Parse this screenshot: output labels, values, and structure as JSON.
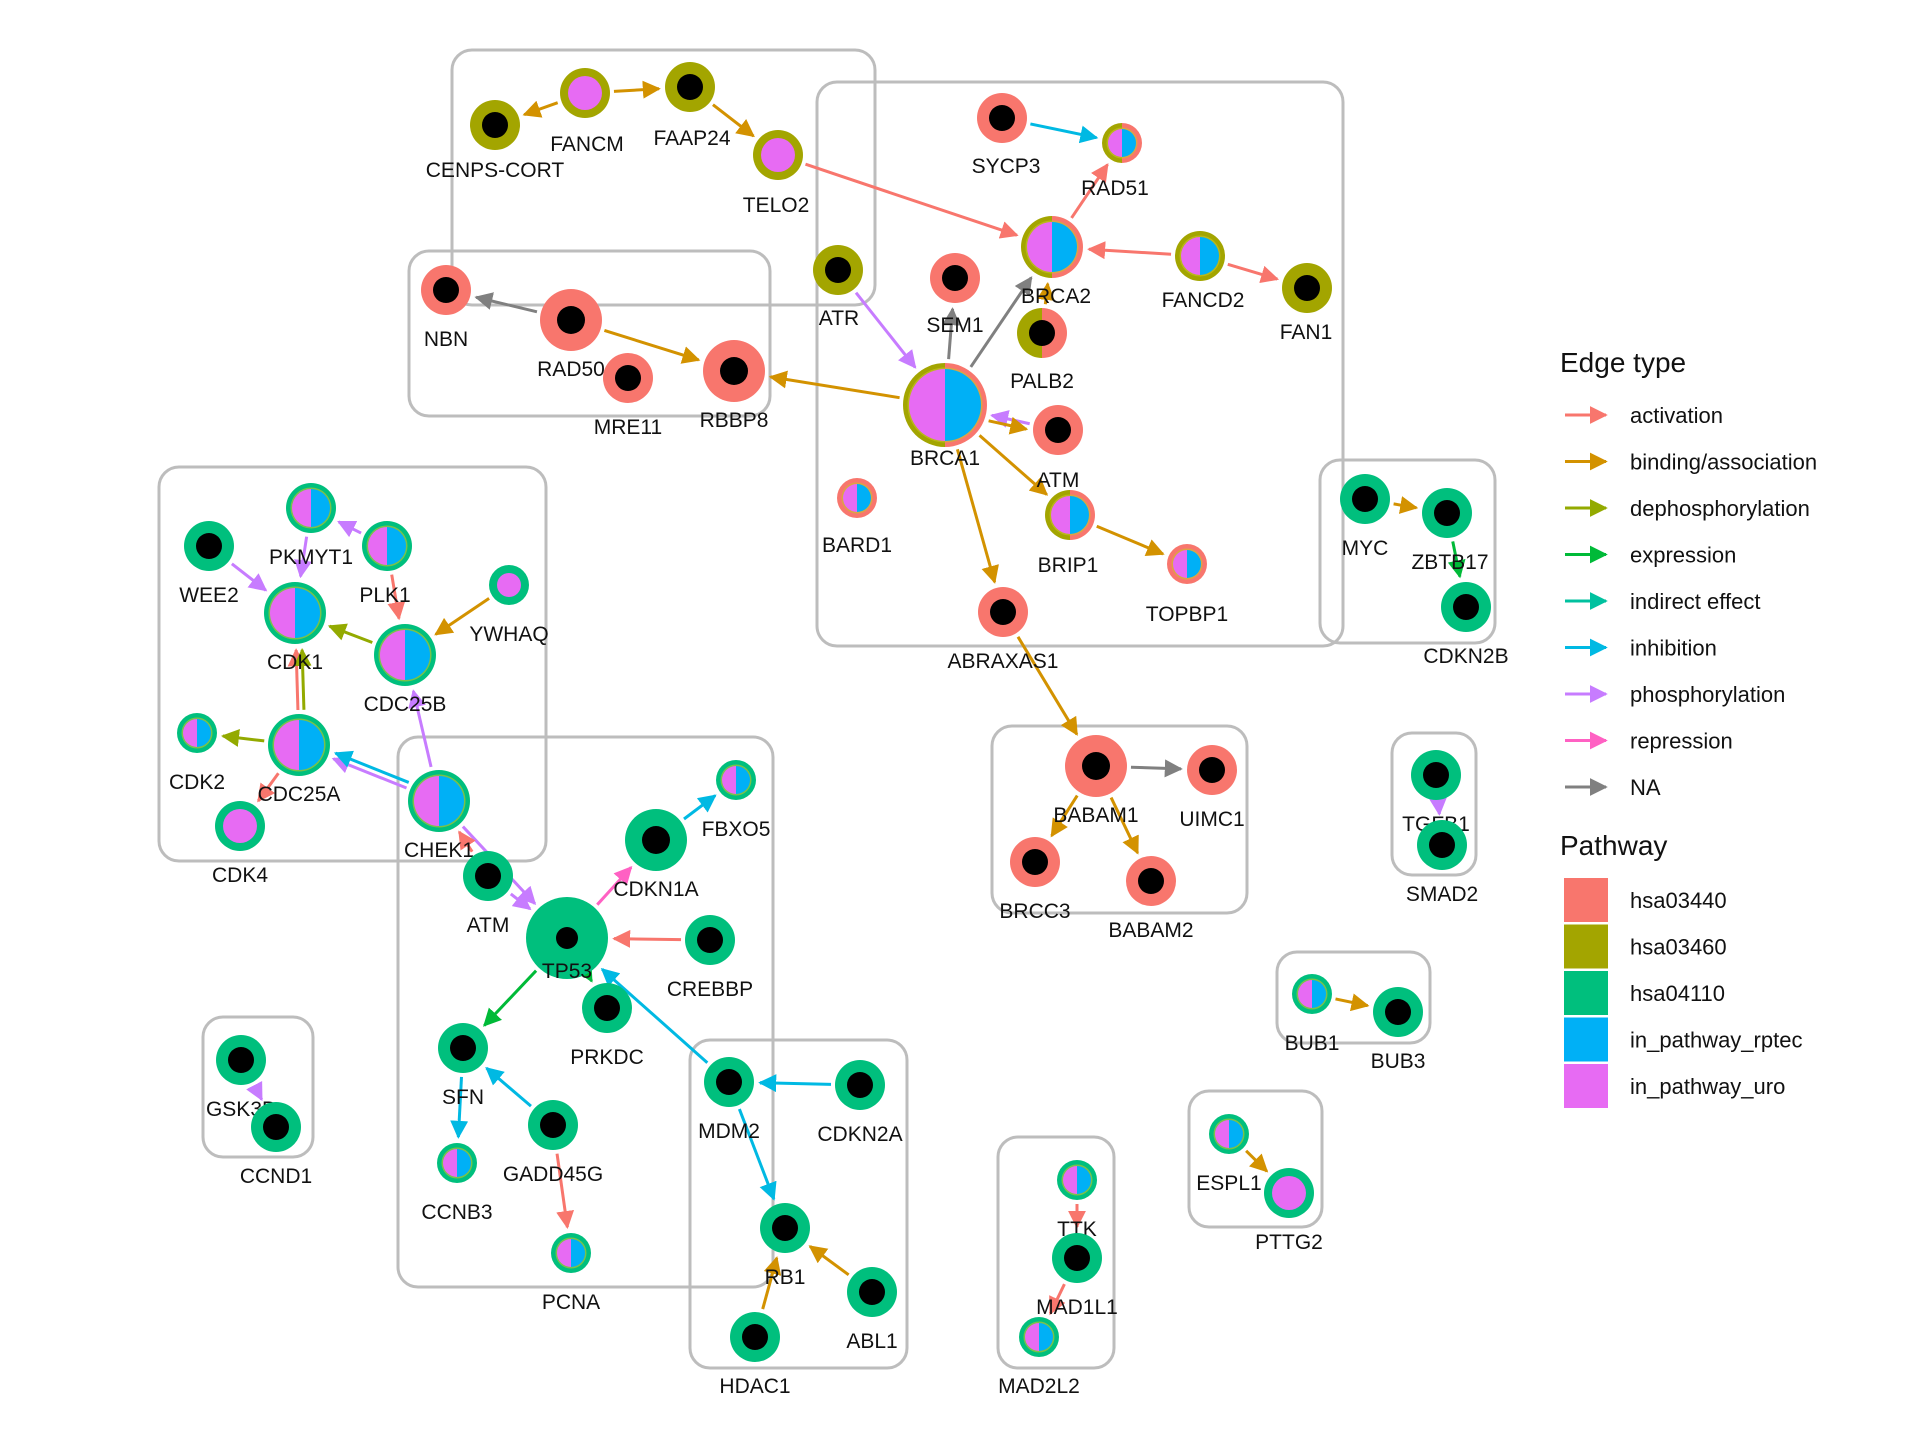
{
  "legend": {
    "edge_title": "Edge type",
    "edge_types": [
      {
        "key": "activation",
        "label": "activation",
        "color": "#F8766D"
      },
      {
        "key": "binding",
        "label": "binding/association",
        "color": "#D39200"
      },
      {
        "key": "dephos",
        "label": "dephosphorylation",
        "color": "#93AA00"
      },
      {
        "key": "expression",
        "label": "expression",
        "color": "#00BA38"
      },
      {
        "key": "indirect",
        "label": "indirect effect",
        "color": "#00C19F"
      },
      {
        "key": "inhibition",
        "label": "inhibition",
        "color": "#00B9E3"
      },
      {
        "key": "phos",
        "label": "phosphorylation",
        "color": "#C77CFF"
      },
      {
        "key": "repression",
        "label": "repression",
        "color": "#FF61C3"
      },
      {
        "key": "na",
        "label": "NA",
        "color": "#808080"
      }
    ],
    "pathway_title": "Pathway",
    "pathways": [
      {
        "key": "p1",
        "label": "hsa03440",
        "color": "#F8766D"
      },
      {
        "key": "p2",
        "label": "hsa03460",
        "color": "#A3A500"
      },
      {
        "key": "p3",
        "label": "hsa04110",
        "color": "#00BF7D"
      },
      {
        "key": "p4",
        "label": "in_pathway_rptec",
        "color": "#00B0F6"
      },
      {
        "key": "p5",
        "label": "in_pathway_uro",
        "color": "#E76BF3"
      }
    ]
  },
  "nodes": [
    {
      "id": "CENPS-CORT",
      "label": "CENPS-CORT",
      "ring": "p2",
      "core": "black",
      "size": "s"
    },
    {
      "id": "FANCM",
      "label": "FANCM",
      "ring": "p2",
      "core": "uro",
      "size": "s"
    },
    {
      "id": "FAAP24",
      "label": "FAAP24",
      "ring": "p2",
      "core": "black",
      "size": "s"
    },
    {
      "id": "TELO2",
      "label": "TELO2",
      "ring": "p2",
      "core": "uro",
      "size": "s"
    },
    {
      "id": "SYCP3",
      "label": "SYCP3",
      "ring": "p1",
      "core": "black",
      "size": "s"
    },
    {
      "id": "RAD51",
      "label": "RAD51",
      "ring": "p1p2",
      "core": "split",
      "size": "xs"
    },
    {
      "id": "BRCA2",
      "label": "BRCA2",
      "ring": "p1p2",
      "core": "split",
      "size": "m"
    },
    {
      "id": "FANCD2",
      "label": "FANCD2",
      "ring": "p2",
      "core": "split",
      "size": "s"
    },
    {
      "id": "FAN1",
      "label": "FAN1",
      "ring": "p2",
      "core": "black",
      "size": "s"
    },
    {
      "id": "ATR",
      "label": "ATR",
      "ring": "p2",
      "core": "black",
      "size": "s"
    },
    {
      "id": "SEM1",
      "label": "SEM1",
      "ring": "p1",
      "core": "black",
      "size": "s"
    },
    {
      "id": "PALB2",
      "label": "PALB2",
      "ring": "p1p2",
      "core": "black",
      "size": "s"
    },
    {
      "id": "NBN",
      "label": "NBN",
      "ring": "p1",
      "core": "black",
      "size": "s"
    },
    {
      "id": "RAD50",
      "label": "RAD50",
      "ring": "p1",
      "core": "black",
      "size": "m"
    },
    {
      "id": "MRE11",
      "label": "MRE11",
      "ring": "p1",
      "core": "black",
      "size": "s"
    },
    {
      "id": "RBBP8",
      "label": "RBBP8",
      "ring": "p1",
      "core": "black",
      "size": "m"
    },
    {
      "id": "BRCA1",
      "label": "BRCA1",
      "ring": "p1p2",
      "core": "split",
      "size": "l"
    },
    {
      "id": "ATM1",
      "label": "ATM",
      "ring": "p1",
      "core": "black",
      "size": "s"
    },
    {
      "id": "BARD1",
      "label": "BARD1",
      "ring": "p1",
      "core": "split",
      "size": "xs"
    },
    {
      "id": "BRIP1",
      "label": "BRIP1",
      "ring": "p1p2",
      "core": "split",
      "size": "s"
    },
    {
      "id": "TOPBP1",
      "label": "TOPBP1",
      "ring": "p1",
      "core": "split",
      "size": "xs"
    },
    {
      "id": "ABRAXAS1",
      "label": "ABRAXAS1",
      "ring": "p1",
      "core": "black",
      "size": "s"
    },
    {
      "id": "MYC",
      "label": "MYC",
      "ring": "p3",
      "core": "black",
      "size": "s"
    },
    {
      "id": "ZBTB17",
      "label": "ZBTB17",
      "ring": "p3",
      "core": "black",
      "size": "s"
    },
    {
      "id": "CDKN2B",
      "label": "CDKN2B",
      "ring": "p3",
      "core": "black",
      "size": "s"
    },
    {
      "id": "WEE2",
      "label": "WEE2",
      "ring": "p3",
      "core": "black",
      "size": "s"
    },
    {
      "id": "PKMYT1",
      "label": "PKMYT1",
      "ring": "p3",
      "core": "split",
      "size": "s"
    },
    {
      "id": "PLK1",
      "label": "PLK1",
      "ring": "p3",
      "core": "split",
      "size": "s"
    },
    {
      "id": "YWHAQ",
      "label": "YWHAQ",
      "ring": "p3",
      "core": "uro",
      "size": "xs"
    },
    {
      "id": "CDK1",
      "label": "CDK1",
      "ring": "p3",
      "core": "split",
      "size": "m"
    },
    {
      "id": "CDC25B",
      "label": "CDC25B",
      "ring": "p3",
      "core": "split",
      "size": "m"
    },
    {
      "id": "CDK2",
      "label": "CDK2",
      "ring": "p3",
      "core": "split",
      "size": "xs"
    },
    {
      "id": "CDC25A",
      "label": "CDC25A",
      "ring": "p3",
      "core": "split",
      "size": "m"
    },
    {
      "id": "CDK4",
      "label": "CDK4",
      "ring": "p3",
      "core": "uro",
      "size": "s"
    },
    {
      "id": "CHEK1",
      "label": "CHEK1",
      "ring": "p3",
      "core": "split",
      "size": "m"
    },
    {
      "id": "FBXO5",
      "label": "FBXO5",
      "ring": "p3",
      "core": "split",
      "size": "xs"
    },
    {
      "id": "CDKN1A",
      "label": "CDKN1A",
      "ring": "p3",
      "core": "black",
      "size": "m"
    },
    {
      "id": "ATM2",
      "label": "ATM",
      "ring": "p3",
      "core": "black",
      "size": "s"
    },
    {
      "id": "TP53",
      "label": "TP53",
      "ring": "p3",
      "core": "black",
      "size": "xl"
    },
    {
      "id": "CREBBP",
      "label": "CREBBP",
      "ring": "p3",
      "core": "black",
      "size": "s"
    },
    {
      "id": "PRKDC",
      "label": "PRKDC",
      "ring": "p3",
      "core": "black",
      "size": "s"
    },
    {
      "id": "SFN",
      "label": "SFN",
      "ring": "p3",
      "core": "black",
      "size": "s"
    },
    {
      "id": "GADD45G",
      "label": "GADD45G",
      "ring": "p3",
      "core": "black",
      "size": "s"
    },
    {
      "id": "CCNB3",
      "label": "CCNB3",
      "ring": "p3",
      "core": "split",
      "size": "xs"
    },
    {
      "id": "PCNA",
      "label": "PCNA",
      "ring": "p3",
      "core": "split",
      "size": "xs"
    },
    {
      "id": "MDM2",
      "label": "MDM2",
      "ring": "p3",
      "core": "black",
      "size": "s"
    },
    {
      "id": "CDKN2A",
      "label": "CDKN2A",
      "ring": "p3",
      "core": "black",
      "size": "s"
    },
    {
      "id": "RB1",
      "label": "RB1",
      "ring": "p3",
      "core": "black",
      "size": "s"
    },
    {
      "id": "ABL1",
      "label": "ABL1",
      "ring": "p3",
      "core": "black",
      "size": "s"
    },
    {
      "id": "HDAC1",
      "label": "HDAC1",
      "ring": "p3",
      "core": "black",
      "size": "s"
    },
    {
      "id": "GSK3B",
      "label": "GSK3B",
      "ring": "p3",
      "core": "black",
      "size": "s"
    },
    {
      "id": "CCND1",
      "label": "CCND1",
      "ring": "p3",
      "core": "black",
      "size": "s"
    },
    {
      "id": "BABAM1",
      "label": "BABAM1",
      "ring": "p1",
      "core": "black",
      "size": "m"
    },
    {
      "id": "UIMC1",
      "label": "UIMC1",
      "ring": "p1",
      "core": "black",
      "size": "s"
    },
    {
      "id": "BRCC3",
      "label": "BRCC3",
      "ring": "p1",
      "core": "black",
      "size": "s"
    },
    {
      "id": "BABAM2",
      "label": "BABAM2",
      "ring": "p1",
      "core": "black",
      "size": "s"
    },
    {
      "id": "TGFB1",
      "label": "TGFB1",
      "ring": "p3",
      "core": "black",
      "size": "s"
    },
    {
      "id": "SMAD2",
      "label": "SMAD2",
      "ring": "p3",
      "core": "black",
      "size": "s"
    },
    {
      "id": "BUB1",
      "label": "BUB1",
      "ring": "p3",
      "core": "split",
      "size": "xs"
    },
    {
      "id": "BUB3",
      "label": "BUB3",
      "ring": "p3",
      "core": "black",
      "size": "s"
    },
    {
      "id": "ESPL1",
      "label": "ESPL1",
      "ring": "p3",
      "core": "split",
      "size": "xs"
    },
    {
      "id": "PTTG2",
      "label": "PTTG2",
      "ring": "p3",
      "core": "uro",
      "size": "s"
    },
    {
      "id": "TTK",
      "label": "TTK",
      "ring": "p3",
      "core": "split",
      "size": "xs"
    },
    {
      "id": "MAD1L1",
      "label": "MAD1L1",
      "ring": "p3",
      "core": "black",
      "size": "s"
    },
    {
      "id": "MAD2L2",
      "label": "MAD2L2",
      "ring": "p3",
      "core": "split",
      "size": "xs"
    }
  ],
  "edges": [
    {
      "from": "FANCM",
      "to": "CENPS-CORT",
      "type": "binding"
    },
    {
      "from": "FANCM",
      "to": "FAAP24",
      "type": "binding"
    },
    {
      "from": "FAAP24",
      "to": "TELO2",
      "type": "binding"
    },
    {
      "from": "TELO2",
      "to": "BRCA2",
      "type": "activation"
    },
    {
      "from": "SYCP3",
      "to": "RAD51",
      "type": "inhibition"
    },
    {
      "from": "BRCA2",
      "to": "RAD51",
      "type": "activation"
    },
    {
      "from": "FANCD2",
      "to": "BRCA2",
      "type": "activation"
    },
    {
      "from": "FANCD2",
      "to": "FAN1",
      "type": "activation"
    },
    {
      "from": "PALB2",
      "to": "BRCA2",
      "type": "binding"
    },
    {
      "from": "ATR",
      "to": "BRCA1",
      "type": "phos"
    },
    {
      "from": "BRCA1",
      "to": "SEM1",
      "type": "na"
    },
    {
      "from": "BRCA1",
      "to": "BRCA2",
      "type": "na"
    },
    {
      "from": "RAD50",
      "to": "NBN",
      "type": "na"
    },
    {
      "from": "RAD50",
      "to": "RBBP8",
      "type": "binding"
    },
    {
      "from": "BRCA1",
      "to": "RBBP8",
      "type": "binding"
    },
    {
      "from": "ATM1",
      "to": "BRCA1",
      "type": "phos"
    },
    {
      "from": "BRCA1",
      "to": "ATM1",
      "type": "binding"
    },
    {
      "from": "BRCA1",
      "to": "BRIP1",
      "type": "binding"
    },
    {
      "from": "BRCA1",
      "to": "ABRAXAS1",
      "type": "binding"
    },
    {
      "from": "BRIP1",
      "to": "TOPBP1",
      "type": "binding"
    },
    {
      "from": "ABRAXAS1",
      "to": "BABAM1",
      "type": "binding"
    },
    {
      "from": "BABAM1",
      "to": "UIMC1",
      "type": "na"
    },
    {
      "from": "BABAM1",
      "to": "BRCC3",
      "type": "binding"
    },
    {
      "from": "BABAM1",
      "to": "BABAM2",
      "type": "binding"
    },
    {
      "from": "MYC",
      "to": "ZBTB17",
      "type": "binding"
    },
    {
      "from": "ZBTB17",
      "to": "CDKN2B",
      "type": "expression"
    },
    {
      "from": "WEE2",
      "to": "CDK1",
      "type": "phos"
    },
    {
      "from": "PKMYT1",
      "to": "CDK1",
      "type": "phos"
    },
    {
      "from": "PLK1",
      "to": "CDC25B",
      "type": "activation"
    },
    {
      "from": "PLK1",
      "to": "PKMYT1",
      "type": "phos"
    },
    {
      "from": "YWHAQ",
      "to": "CDC25B",
      "type": "binding"
    },
    {
      "from": "CDC25B",
      "to": "CDK1",
      "type": "dephos"
    },
    {
      "from": "CDC25A",
      "to": "CDK1",
      "type": "activation"
    },
    {
      "from": "CDC25A",
      "to": "CDK1",
      "type": "dephos"
    },
    {
      "from": "CDC25A",
      "to": "CDK2",
      "type": "dephos"
    },
    {
      "from": "CDC25A",
      "to": "CDK4",
      "type": "activation"
    },
    {
      "from": "CHEK1",
      "to": "CDC25B",
      "type": "phos"
    },
    {
      "from": "CHEK1",
      "to": "CDC25A",
      "type": "phos"
    },
    {
      "from": "CHEK1",
      "to": "CDC25A",
      "type": "inhibition"
    },
    {
      "from": "CHEK1",
      "to": "TP53",
      "type": "phos"
    },
    {
      "from": "ATM2",
      "to": "CHEK1",
      "type": "activation"
    },
    {
      "from": "ATM2",
      "to": "TP53",
      "type": "phos"
    },
    {
      "from": "TP53",
      "to": "CDKN1A",
      "type": "repression"
    },
    {
      "from": "CDKN1A",
      "to": "FBXO5",
      "type": "inhibition"
    },
    {
      "from": "CREBBP",
      "to": "TP53",
      "type": "activation"
    },
    {
      "from": "TP53",
      "to": "PRKDC",
      "type": "expression"
    },
    {
      "from": "TP53",
      "to": "SFN",
      "type": "expression"
    },
    {
      "from": "SFN",
      "to": "CCNB3",
      "type": "inhibition"
    },
    {
      "from": "GADD45G",
      "to": "SFN",
      "type": "inhibition"
    },
    {
      "from": "GADD45G",
      "to": "PCNA",
      "type": "activation"
    },
    {
      "from": "MDM2",
      "to": "TP53",
      "type": "inhibition"
    },
    {
      "from": "CDKN2A",
      "to": "MDM2",
      "type": "inhibition"
    },
    {
      "from": "MDM2",
      "to": "RB1",
      "type": "inhibition"
    },
    {
      "from": "ABL1",
      "to": "RB1",
      "type": "binding"
    },
    {
      "from": "HDAC1",
      "to": "RB1",
      "type": "binding"
    },
    {
      "from": "GSK3B",
      "to": "CCND1",
      "type": "phos"
    },
    {
      "from": "TGFB1",
      "to": "SMAD2",
      "type": "phos"
    },
    {
      "from": "BUB1",
      "to": "BUB3",
      "type": "binding"
    },
    {
      "from": "ESPL1",
      "to": "PTTG2",
      "type": "binding"
    },
    {
      "from": "TTK",
      "to": "MAD1L1",
      "type": "activation"
    },
    {
      "from": "MAD1L1",
      "to": "MAD2L2",
      "type": "activation"
    }
  ]
}
